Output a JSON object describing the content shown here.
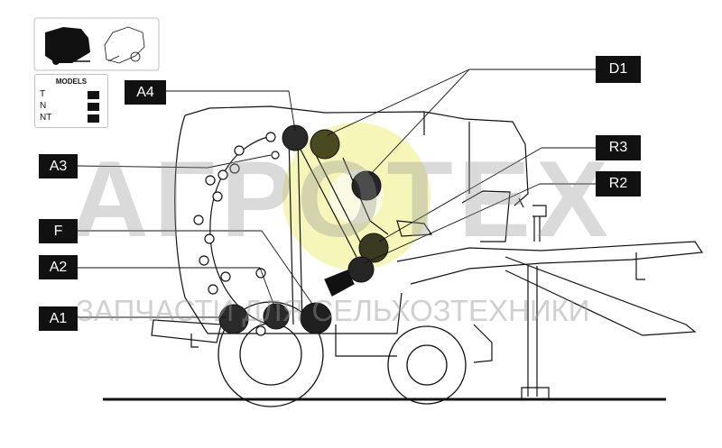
{
  "watermark": {
    "brand": "АГРОТЕХ",
    "tagline": "ЗАПЧАСТИ ДЛЯ СЕЛЬХОЗТЕХНИКИ"
  },
  "models_box": {
    "title": "MODELS",
    "rows": [
      "T",
      "N",
      "NT"
    ]
  },
  "callouts": {
    "a4": "A4",
    "a3": "A3",
    "f": "F",
    "a2": "A2",
    "a1": "A1",
    "d1": "D1",
    "r3": "R3",
    "r2": "R2"
  },
  "colors": {
    "roller_fill": "#1a1a1a",
    "roller_olive": "#6b6b2a",
    "watermark_gear": "#f4f4b0",
    "line": "#111111"
  }
}
